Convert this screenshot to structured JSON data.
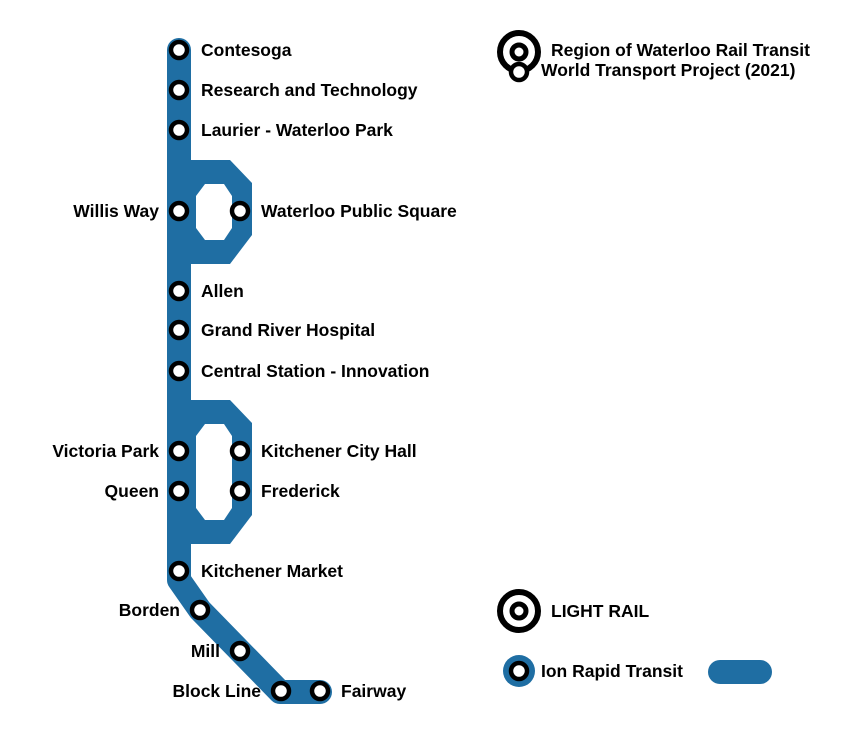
{
  "title": {
    "line1": "Region of Waterloo Rail Transit",
    "line2": "World Transport Project (2021)"
  },
  "legend": {
    "interchange_label": "LIGHT RAIL",
    "line_label": "Ion Rapid Transit",
    "line_color": "#1f6ea3"
  },
  "line": {
    "name": "Ion Rapid Transit",
    "color": "#1f6ea3"
  },
  "stations": [
    {
      "id": "contesoga",
      "name": "Contesoga"
    },
    {
      "id": "research-and-technology",
      "name": "Research and Technology"
    },
    {
      "id": "laurier-waterloo-park",
      "name": "Laurier - Waterloo Park"
    },
    {
      "id": "willis-way",
      "name": "Willis Way"
    },
    {
      "id": "waterloo-public-square",
      "name": "Waterloo Public Square"
    },
    {
      "id": "allen",
      "name": "Allen"
    },
    {
      "id": "grand-river-hospital",
      "name": "Grand River Hospital"
    },
    {
      "id": "central-station-innovation",
      "name": "Central Station - Innovation"
    },
    {
      "id": "victoria-park",
      "name": "Victoria Park"
    },
    {
      "id": "kitchener-city-hall",
      "name": "Kitchener City Hall"
    },
    {
      "id": "queen",
      "name": "Queen"
    },
    {
      "id": "frederick",
      "name": "Frederick"
    },
    {
      "id": "kitchener-market",
      "name": "Kitchener Market"
    },
    {
      "id": "borden",
      "name": "Borden"
    },
    {
      "id": "mill",
      "name": "Mill"
    },
    {
      "id": "block-line",
      "name": "Block Line"
    },
    {
      "id": "fairway",
      "name": "Fairway"
    }
  ]
}
